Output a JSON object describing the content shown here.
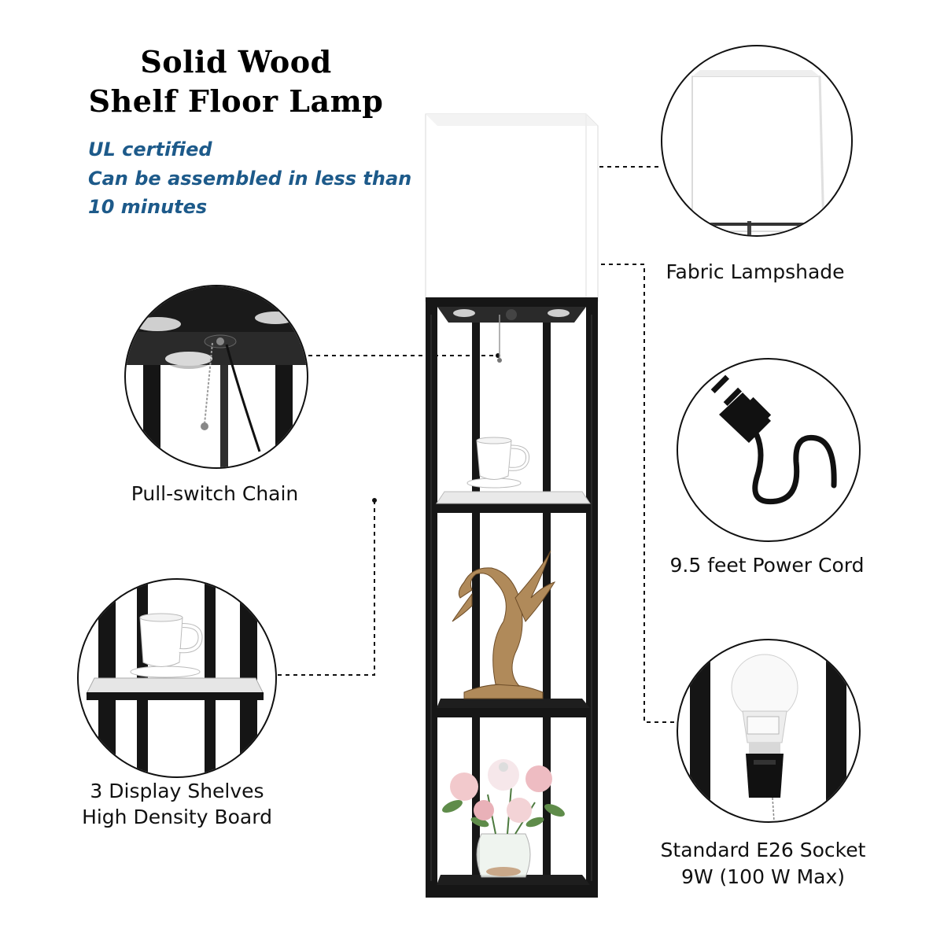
{
  "product": {
    "title_line1": "Solid Wood",
    "title_line2": "Shelf Floor Lamp"
  },
  "features": [
    "UL certified",
    "Can be assembled in less than",
    "10 minutes"
  ],
  "callouts": {
    "lampshade": "Fabric Lampshade",
    "pull_switch": "Pull-switch Chain",
    "power_cord": "9.5 feet Power Cord",
    "shelves_line1": "3 Display Shelves",
    "shelves_line2": "High Density Board",
    "socket_line1": "Standard E26 Socket",
    "socket_line2": "9W (100 W Max)"
  },
  "colors": {
    "title": "#000000",
    "feature_text": "#1d5a8a",
    "frame": "#161616",
    "shade": "#ffffff"
  },
  "icons": [
    "plug-icon"
  ]
}
